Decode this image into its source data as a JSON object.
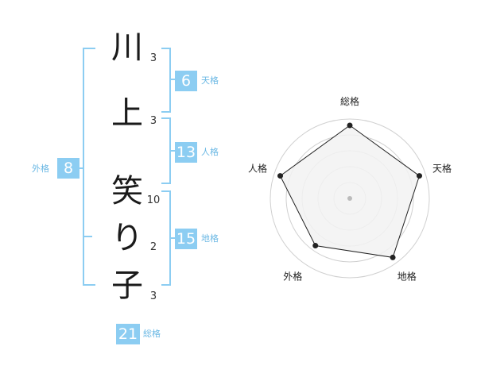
{
  "name": {
    "chars": [
      {
        "char": "川",
        "strokes": "3"
      },
      {
        "char": "上",
        "strokes": "3"
      },
      {
        "char": "笑",
        "strokes": "10"
      },
      {
        "char": "り",
        "strokes": "2"
      },
      {
        "char": "子",
        "strokes": "3"
      }
    ]
  },
  "kakusu": {
    "tenkaku": {
      "value": "6",
      "label": "天格"
    },
    "jinkaku": {
      "value": "13",
      "label": "人格"
    },
    "chikaku": {
      "value": "15",
      "label": "地格"
    },
    "gaikaku": {
      "value": "8",
      "label": "外格"
    },
    "soukaku": {
      "value": "21",
      "label": "総格"
    }
  },
  "chart_data": {
    "type": "radar",
    "axes": [
      "総格",
      "天格",
      "地格",
      "外格",
      "人格"
    ],
    "values": [
      5,
      5,
      5,
      4,
      5
    ],
    "max": 5,
    "rings": 5,
    "colors": {
      "fill": "#f2f2f2",
      "line": "#222222",
      "ring": "#d0d0d0",
      "center": "#bbbbbb"
    }
  }
}
